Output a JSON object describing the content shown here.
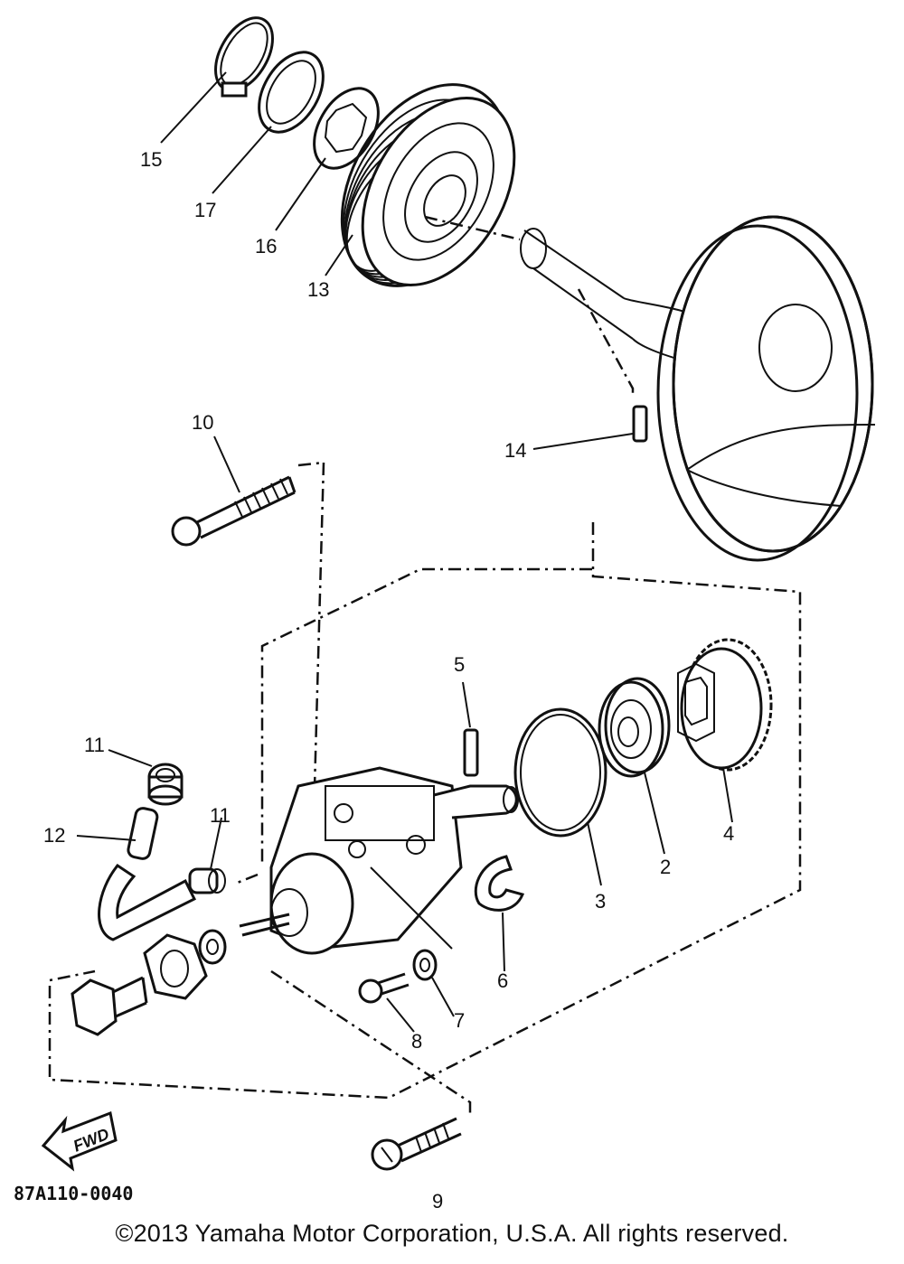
{
  "diagram": {
    "part_labels": {
      "p1": "15",
      "p2": "17",
      "p3": "16",
      "p4": "13",
      "p5": "14",
      "p6": "10",
      "p7": "5",
      "p8": "11",
      "p9": "12",
      "p10": "11",
      "p11": "3",
      "p12": "2",
      "p13": "4",
      "p14": "6",
      "p15": "7",
      "p16": "8",
      "p17": "9"
    },
    "fwd_arrow": "FWD",
    "diagram_code": "87A110-0040"
  },
  "footer": {
    "copyright": "©2013 Yamaha Motor Corporation, U.S.A. All rights reserved."
  }
}
